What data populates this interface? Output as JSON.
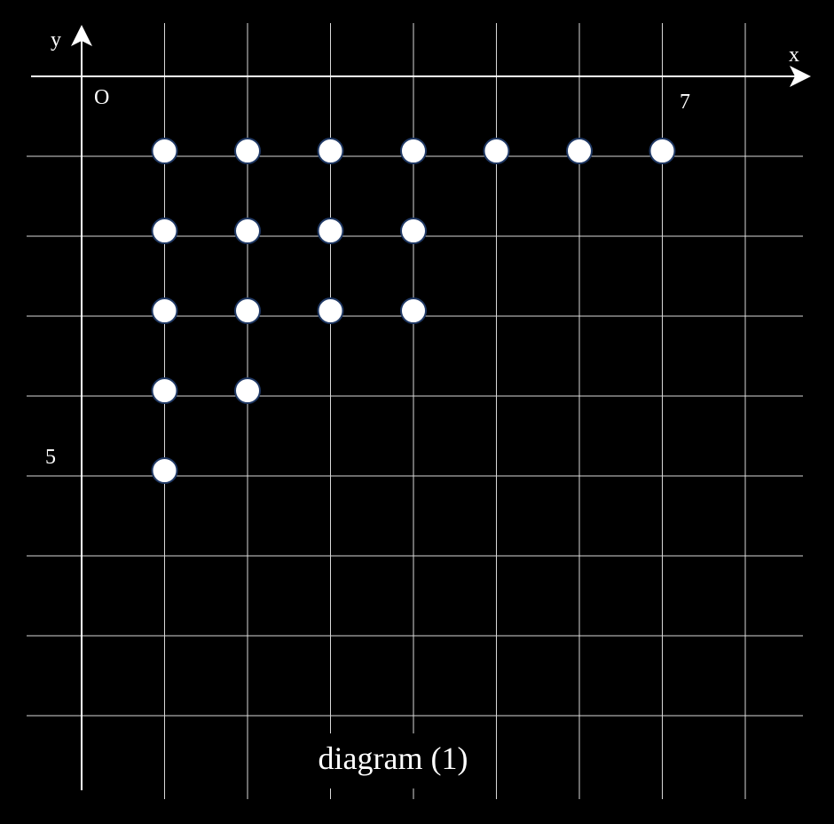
{
  "diagram": {
    "x_axis_label": "x",
    "y_axis_label": "y",
    "origin_label": "O",
    "x_mark_label": "7",
    "y_mark_label": "5",
    "caption": "diagram (1)",
    "points": [
      {
        "col": 1,
        "row": 1
      },
      {
        "col": 2,
        "row": 1
      },
      {
        "col": 3,
        "row": 1
      },
      {
        "col": 4,
        "row": 1
      },
      {
        "col": 5,
        "row": 1
      },
      {
        "col": 6,
        "row": 1
      },
      {
        "col": 7,
        "row": 1
      },
      {
        "col": 1,
        "row": 2
      },
      {
        "col": 2,
        "row": 2
      },
      {
        "col": 3,
        "row": 2
      },
      {
        "col": 4,
        "row": 2
      },
      {
        "col": 1,
        "row": 3
      },
      {
        "col": 2,
        "row": 3
      },
      {
        "col": 3,
        "row": 3
      },
      {
        "col": 4,
        "row": 3
      },
      {
        "col": 1,
        "row": 4
      },
      {
        "col": 2,
        "row": 4
      },
      {
        "col": 1,
        "row": 5
      }
    ],
    "colors": {
      "background": "#000000",
      "grid": "#d9d9d9",
      "point_fill": "#ffffff",
      "point_stroke": "#1f3864"
    }
  }
}
